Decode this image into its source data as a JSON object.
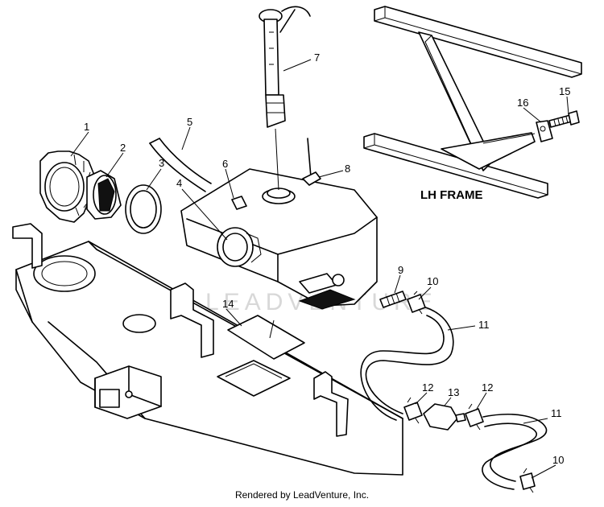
{
  "callouts": {
    "c1": "1",
    "c2": "2",
    "c3": "3",
    "c4": "4",
    "c5": "5",
    "c6": "6",
    "c7": "7",
    "c8": "8",
    "c9": "9",
    "c10a": "10",
    "c10b": "10",
    "c11a": "11",
    "c11b": "11",
    "c12a": "12",
    "c12b": "12",
    "c13": "13",
    "c14": "14",
    "c15": "15",
    "c16": "16"
  },
  "frame_label": "LH FRAME",
  "watermark": "LEADVENTURE",
  "footer": "Rendered by LeadVenture, Inc."
}
